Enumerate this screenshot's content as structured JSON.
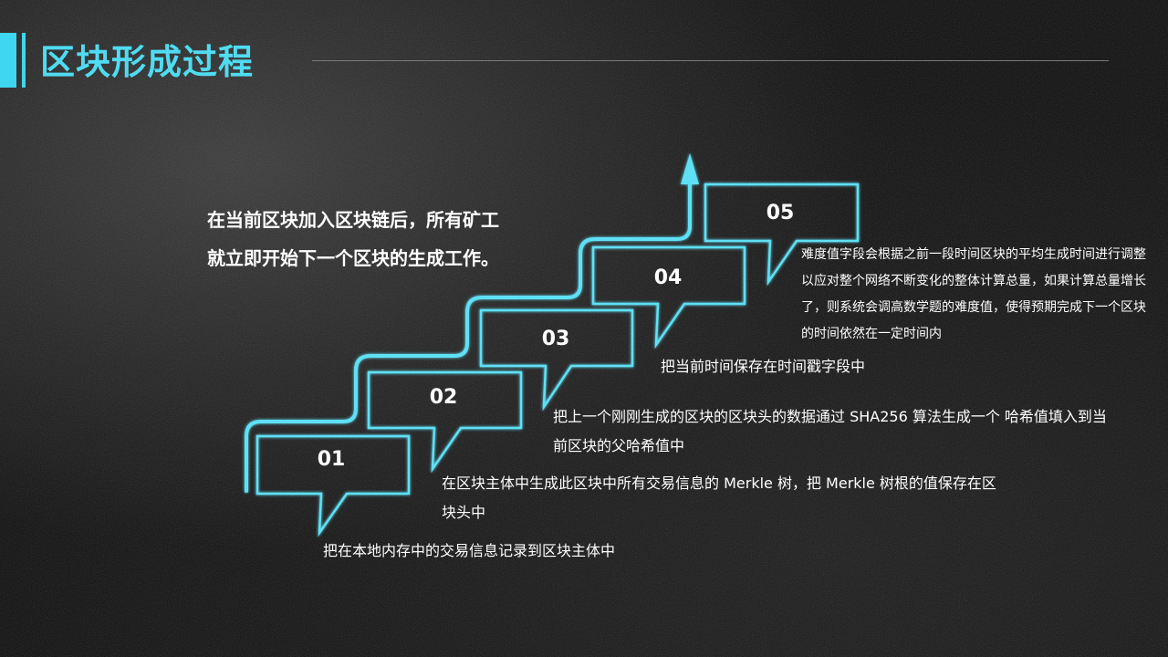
{
  "title": "区块形成过程",
  "intro": "在当前区块加入区块链后，所有矿工就立即开始下一个区块的生成工作。",
  "steps": [
    {
      "number": "01",
      "description": "把在本地内存中的交易信息记录到区块主体中"
    },
    {
      "number": "02",
      "description": "在区块主体中生成此区块中所有交易信息的 Merkle 树，把 Merkle 树根的值保存在区块头中"
    },
    {
      "number": "03",
      "description": "把上一个刚刚生成的区块的区块头的数据通过 SHA256 算法生成一个 哈希值填入到当前区块的父哈希值中"
    },
    {
      "number": "04",
      "description": "把当前时间保存在时间戳字段中"
    },
    {
      "number": "05",
      "description": "难度值字段会根据之前一段时间区块的平均生成时间进行调整以应对整个网络不断变化的整体计算总量，如果计算总量增长了，则系统会调高数学题的难度值，使得预期完成下一个区块的时间依然在一定时间内"
    }
  ],
  "colors": {
    "accent": "#4fdcf2",
    "outline": "#5fe0f5",
    "background": "#141414"
  }
}
